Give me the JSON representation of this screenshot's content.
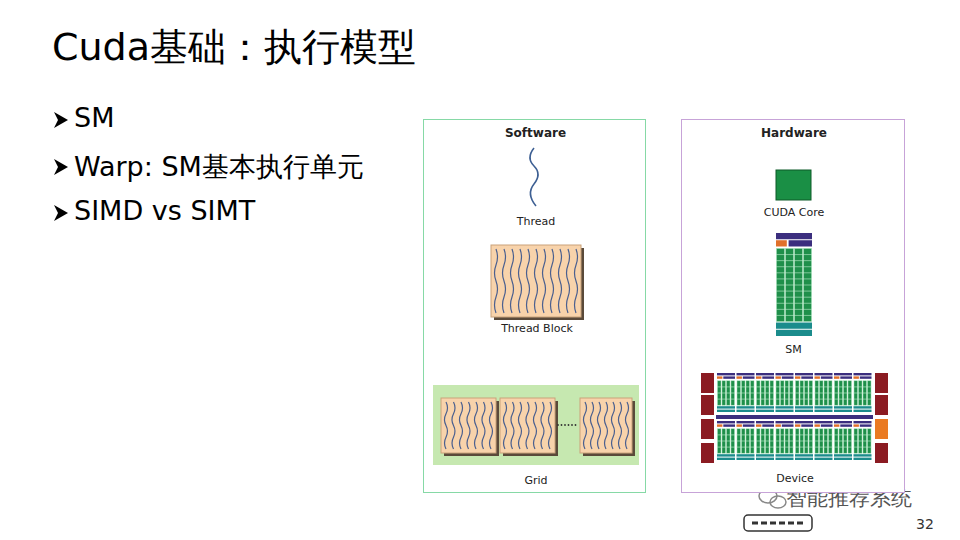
{
  "diagram": {
    "title": "Cuda基础：执行模型",
    "nodes": [
      {
        "text": [
          "Software"
        ]
      },
      {
        "text": [
          "Thread"
        ],
        "in": 0
      },
      {
        "text": [
          "Thread Block"
        ],
        "in": 0
      },
      {
        "text": [
          "Grid"
        ],
        "in": 0
      },
      {
        "text": [
          "Hardware"
        ]
      },
      {
        "text": [
          "CUDA Core"
        ],
        "in": 4
      },
      {
        "text": [
          "SM"
        ],
        "in": 4
      },
      {
        "text": [
          "Device"
        ],
        "in": 4
      }
    ],
    "edges": [],
    "labels": [
      "SM",
      "Warp: SM基本执行单元",
      "SIMD vs SIMT",
      "智能推荐系统",
      "32"
    ]
  }
}
